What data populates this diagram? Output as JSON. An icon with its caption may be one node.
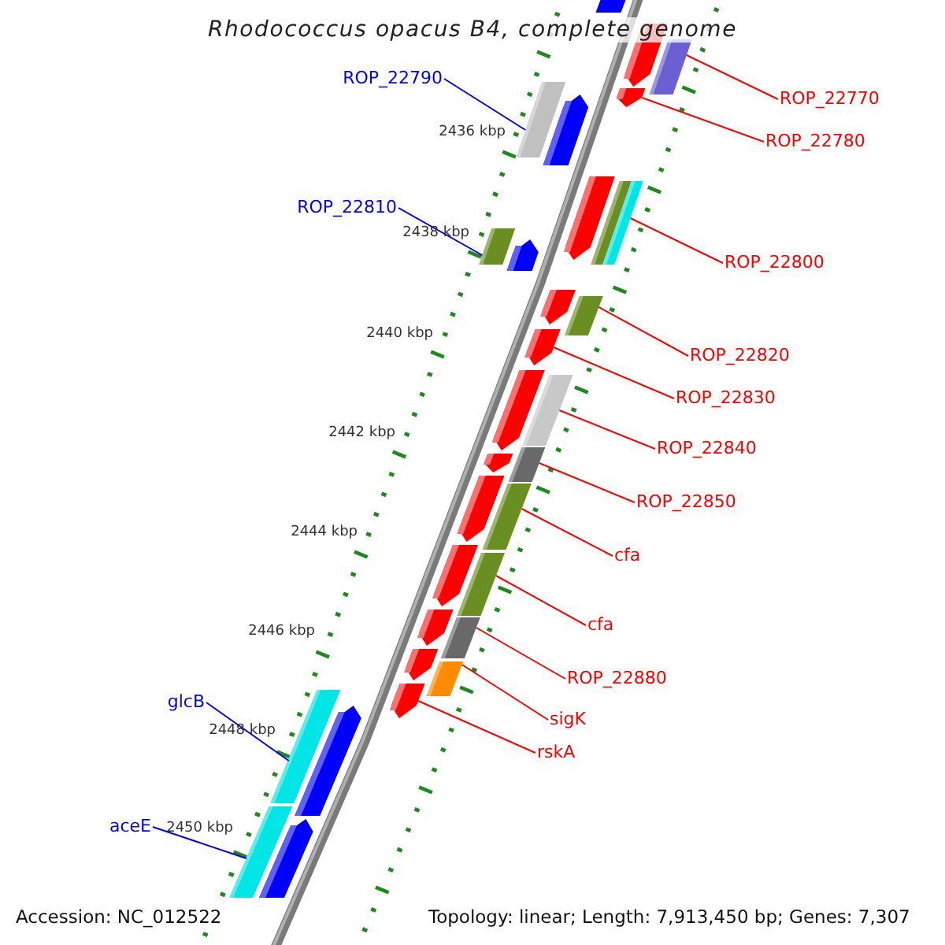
{
  "diagram": {
    "title": "Rhodococcus opacus B4, complete genome",
    "nodes": [
      {
        "text": [
          "ROP_22790"
        ]
      },
      {
        "text": [],
        "shape": "arrow"
      },
      {
        "text": [
          "ROP_22770"
        ]
      },
      {
        "text": [],
        "shape": "arrow"
      },
      {
        "text": [
          "ROP_22780"
        ]
      },
      {
        "text": [],
        "shape": "arrow"
      },
      {
        "text": [
          "ROP_22810"
        ]
      },
      {
        "text": [],
        "shape": "arrow"
      },
      {
        "text": [
          "ROP_22800"
        ]
      },
      {
        "text": [],
        "shape": "arrow"
      },
      {
        "text": [
          "ROP_22820"
        ]
      },
      {
        "text": [],
        "shape": "arrow"
      },
      {
        "text": [
          "ROP_22830"
        ]
      },
      {
        "text": [],
        "shape": "arrow"
      },
      {
        "text": [
          "ROP_22840"
        ]
      },
      {
        "text": [],
        "shape": "arrow"
      },
      {
        "text": [
          "ROP_22850"
        ]
      },
      {
        "text": [],
        "shape": "arrow"
      },
      {
        "text": [
          "cfa"
        ]
      },
      {
        "text": [],
        "shape": "arrow"
      },
      {
        "text": [
          "cfa"
        ]
      },
      {
        "text": [],
        "shape": "arrow"
      },
      {
        "text": [
          "ROP_22880"
        ]
      },
      {
        "text": [],
        "shape": "arrow"
      },
      {
        "text": [
          "glcB"
        ]
      },
      {
        "text": [],
        "shape": "arrow"
      },
      {
        "text": [
          "sigK"
        ]
      },
      {
        "text": [],
        "shape": "arrow"
      },
      {
        "text": [
          "rskA"
        ]
      },
      {
        "text": [],
        "shape": "arrow"
      },
      {
        "text": [
          "aceE"
        ]
      },
      {
        "text": [],
        "shape": "arrow"
      }
    ],
    "edges": [
      {
        "from": 0,
        "to": 1,
        "arrow": "none",
        "color": "#0000ff"
      },
      {
        "from": 2,
        "to": 3,
        "arrow": "none"
      },
      {
        "from": 4,
        "to": 5,
        "arrow": "none"
      },
      {
        "from": 6,
        "to": 7,
        "arrow": "none",
        "color": "#0000ff"
      },
      {
        "from": 8,
        "to": 9,
        "arrow": "none"
      },
      {
        "from": 10,
        "to": 11,
        "arrow": "none"
      },
      {
        "from": 12,
        "to": 13,
        "arrow": "none"
      },
      {
        "from": 14,
        "to": 15,
        "arrow": "none"
      },
      {
        "from": 16,
        "to": 17,
        "arrow": "none"
      },
      {
        "from": 18,
        "to": 19,
        "arrow": "none"
      },
      {
        "from": 20,
        "to": 21,
        "arrow": "none"
      },
      {
        "from": 22,
        "to": 23,
        "arrow": "none"
      },
      {
        "from": 24,
        "to": 25,
        "arrow": "none",
        "color": "#0000ff"
      },
      {
        "from": 26,
        "to": 27,
        "arrow": "none"
      },
      {
        "from": 28,
        "to": 29,
        "arrow": "none"
      },
      {
        "from": 30,
        "to": 31,
        "arrow": "none",
        "color": "#0000ff"
      }
    ],
    "labels": [
      "2436 kbp",
      "2438 kbp",
      "2440 kbp",
      "2442 kbp",
      "2444 kbp",
      "2446 kbp",
      "2448 kbp",
      "2450 kbp",
      "Accession: NC_012522",
      "Topology: linear; Length: 7,913,450 bp; Genes: 7,307"
    ]
  }
}
